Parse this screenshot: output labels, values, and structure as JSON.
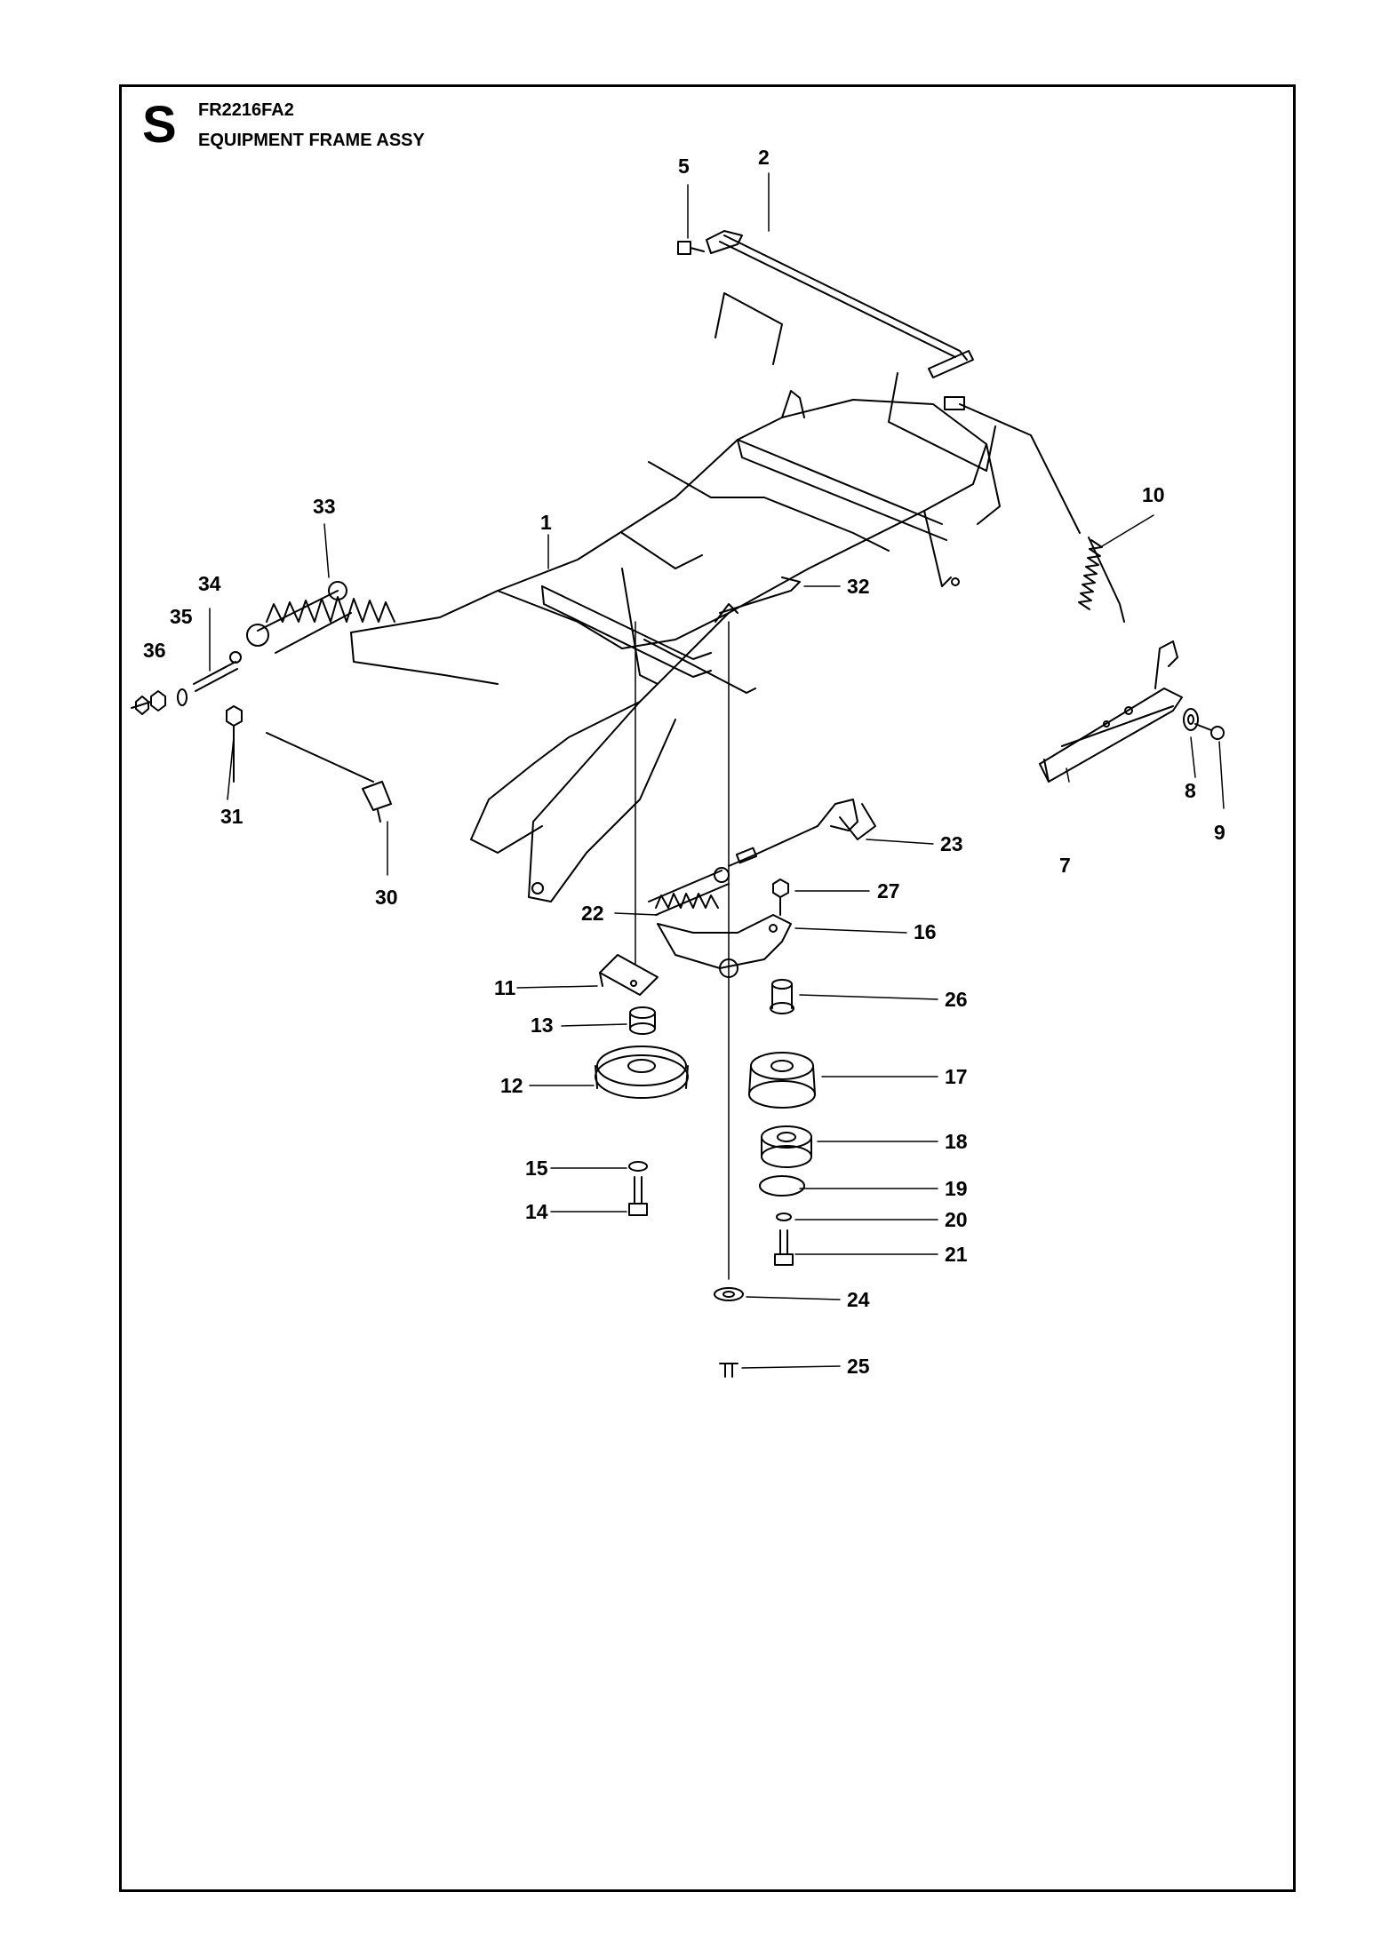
{
  "header": {
    "section_letter": "S",
    "code": "FR2216FA2",
    "title": "EQUIPMENT FRAME ASSY"
  },
  "callouts": [
    "1",
    "2",
    "5",
    "7",
    "8",
    "9",
    "10",
    "11",
    "12",
    "13",
    "14",
    "15",
    "16",
    "17",
    "18",
    "19",
    "20",
    "21",
    "22",
    "23",
    "24",
    "25",
    "26",
    "27",
    "30",
    "31",
    "32",
    "33",
    "34",
    "35",
    "36"
  ]
}
